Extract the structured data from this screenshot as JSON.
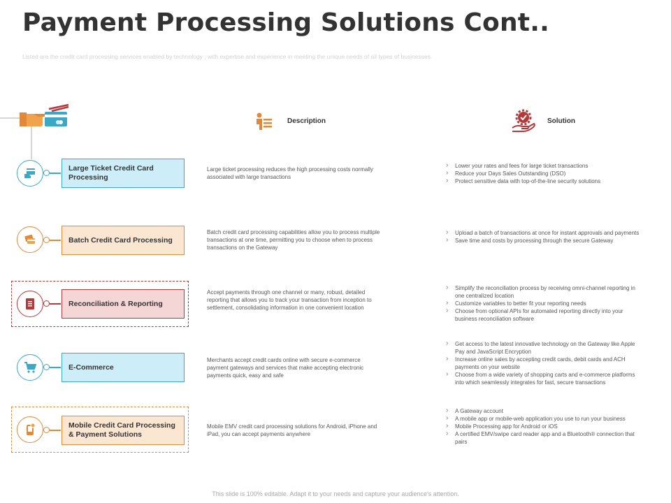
{
  "title": "Payment Processing Solutions Cont..",
  "subtitle": "Listed are the credit card processing services enabled by technology ; with expertise and experience in meeting the unique needs of all types of businesses.",
  "footer": "This slide is 100% editable. Adapt it to your needs and capture your audience's attention.",
  "headers": {
    "description": "Description",
    "solution": "Solution"
  },
  "icons": {
    "header_hand_card": "hand-card-icon",
    "description_header": "person-list-icon",
    "solution_header": "hand-gear-icon"
  },
  "colors": {
    "blue": "#3ba9c6",
    "orange": "#e0893b",
    "red": "#b23a3a",
    "title": "#333333"
  },
  "rows": [
    {
      "label": "Large Ticket Credit Card Processing",
      "icon": "credit-card-hand-icon",
      "description": "Large ticket processing  reduces the high processing costs normally associated with large transactions",
      "solutions": [
        "Lower your  rates and fees for large ticket transactions",
        "Reduce  your Days Sales Outstanding  (DSO)",
        "Protect sensitive data with top-of-the-line  security solutions"
      ]
    },
    {
      "label": "Batch Credit Card Processing",
      "icon": "cards-stack-icon",
      "description": "Batch credit card processing  capabilities  allow you to process multiple  transactions  at one time, permitting you to choose  when to process transactions on the Gateway",
      "solutions": [
        "Upload  a batch of transactions  at once for instant approvals and payments",
        "Save time and costs by processing  through  the secure Gateway"
      ]
    },
    {
      "label": "Reconciliation & Reporting",
      "icon": "report-document-icon",
      "description": "Accept  payments  through  one channel or many,  robust, detailed reporting  that allows you to track your transaction  from inception  to settlement,  consolidating information  in one convenient  location",
      "solutions": [
        "Simplify  the reconciliation  process  by receiving omni-channel reporting  in one centralized  location",
        "Customize  variables to better fit your reporting needs",
        "Choose  from optional APIs for automated  reporting directly into your business  reconciliation  software"
      ]
    },
    {
      "label": "E-Commerce",
      "icon": "shopping-cart-icon",
      "description": "Merchants  accept  credit cards online with secure  e-commerce  payment  gateways and services that make accepting  electronic  payments quick,  easy and safe",
      "solutions": [
        "Get access  to the latest innovative  technology  on the Gateway like Apple  Pay and JavaScript  Encryption",
        "Increase  online  sales by accepting  credit cards, debit cards and ACH  payments  on your website",
        "Choose  from a wide variety  of shopping  carts and e-commerce  platforms into which seamlessly  integrates for fast, secure  transactions"
      ]
    },
    {
      "label": "Mobile Credit Card Processing & Payment Solutions",
      "icon": "mobile-payment-icon",
      "description": "Mobile  EMV credit card processing  solutions  for Android, iPhone and iPad, you can accept  payments  anywhere",
      "solutions": [
        "A Gateway  account",
        "A  mobile  app or mobile-web  application  you use to run your business",
        "Mobile  Processing  app for Android  or iOS",
        "A certified  EMV/swipe  card reader app and a Bluetooth® connection  that pairs"
      ]
    }
  ]
}
